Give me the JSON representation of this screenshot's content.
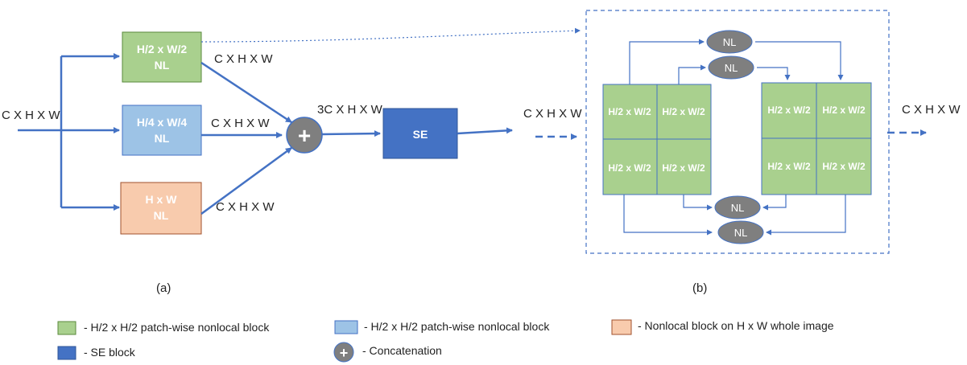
{
  "colors": {
    "green": "#a9d08e",
    "green_border": "#5a8a3c",
    "blue_light": "#9dc3e6",
    "blue_light_border": "#4472c4",
    "peach": "#f8cbad",
    "peach_border": "#a0522d",
    "se_blue": "#4472c4",
    "arrow": "#4472c4",
    "node_gray": "#7f7f7f"
  },
  "panel_a": {
    "input_label": "C X H X W",
    "box_top": {
      "line1": "H/2 x W/2",
      "line2": "NL",
      "out_label": "C X H X W"
    },
    "box_mid": {
      "line1": "H/4 x W/4",
      "line2": "NL",
      "out_label": "C X H X W"
    },
    "box_bot": {
      "line1": "H x W",
      "line2": "NL",
      "out_label": "C X H X W"
    },
    "concat_symbol": "+",
    "concat_out_label": "3C X H X W",
    "se_label": "SE",
    "se_out_label": "C X H X W",
    "caption": "(a)"
  },
  "panel_b": {
    "in_label": "C X H X W",
    "out_label": "C X H X W",
    "cell_label": "H/2 x W/2",
    "nl_label": "NL",
    "caption": "(b)"
  },
  "legend": {
    "green": "- H/2 x H/2 patch-wise nonlocal block",
    "blue_light": "- H/2 x H/2 patch-wise nonlocal block",
    "peach": "- Nonlocal block on H x W  whole image",
    "se": "- SE block",
    "concat": "- Concatenation"
  }
}
